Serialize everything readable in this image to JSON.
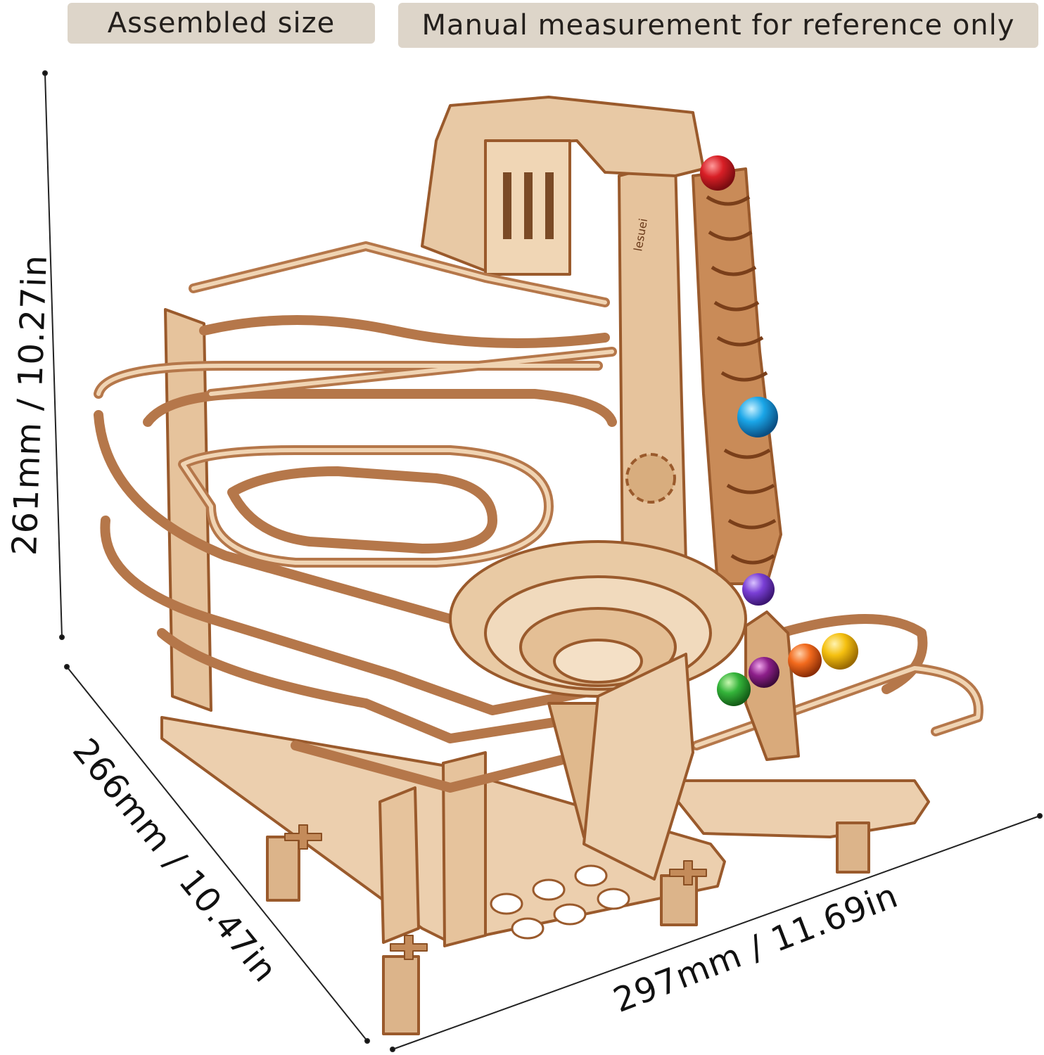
{
  "labels": {
    "assembled": "Assembled size",
    "note": "Manual measurement for reference only"
  },
  "dimensions": {
    "height": "261mm / 10.27in",
    "depth": "266mm / 10.47in",
    "width": "297mm / 11.69in"
  },
  "model": {
    "brand_mark": "lesuei"
  },
  "marbles": [
    {
      "name": "red",
      "color": "#d81f26"
    },
    {
      "name": "cyan",
      "color": "#1aa6e8"
    },
    {
      "name": "purple",
      "color": "#7a3fd6"
    },
    {
      "name": "orange",
      "color": "#f26a1d"
    },
    {
      "name": "yellow",
      "color": "#f5c010"
    },
    {
      "name": "magenta",
      "color": "#8d1f8a"
    },
    {
      "name": "green",
      "color": "#34b43a"
    }
  ],
  "colors": {
    "wood": "#e8c9a5",
    "wood_edge": "#9a5a2c",
    "badge_bg": "#ddd5c9"
  }
}
